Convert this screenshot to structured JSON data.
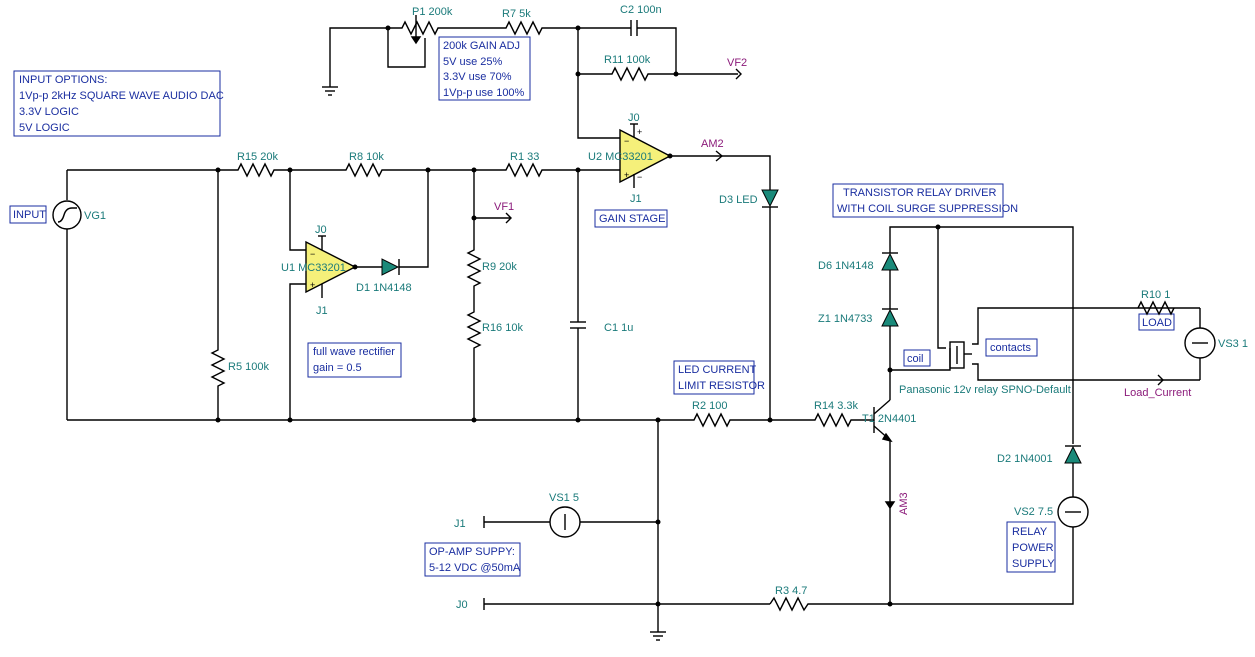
{
  "notes": {
    "input_options": [
      "INPUT OPTIONS:",
      "1Vp-p 2kHz SQUARE WAVE AUDIO DAC",
      "3.3V LOGIC",
      "5V LOGIC"
    ],
    "gain_adj": [
      "200k GAIN ADJ",
      "5V use 25%",
      "3.3V use 70%",
      "1Vp-p use 100%"
    ],
    "input": "INPUT",
    "gain_stage": "GAIN STAGE",
    "rectifier": [
      "full wave rectifier",
      "gain = 0.5"
    ],
    "led_limit": [
      "LED CURRENT",
      "LIMIT RESISTOR"
    ],
    "relay_driver": [
      "TRANSISTOR RELAY DRIVER",
      "WITH COIL SURGE SUPPRESSION"
    ],
    "opamp_supply": [
      "OP-AMP SUPPY:",
      "5-12 VDC @50mA"
    ],
    "relay_supply": [
      "RELAY",
      "POWER",
      "SUPPLY"
    ],
    "coil": "coil",
    "contacts": "contacts",
    "load": "LOAD"
  },
  "components": {
    "p1": "P1 200k",
    "r7": "R7 5k",
    "c2": "C2 100n",
    "r11": "R11 100k",
    "r15": "R15 20k",
    "r8": "R8 10k",
    "r1": "R1 33",
    "u2": "U2 MC33201",
    "u1": "U1 MC33201",
    "d1": "D1 1N4148",
    "d3": "D3 LED",
    "r9": "R9 20k",
    "r16": "R16 10k",
    "c1": "C1 1u",
    "r5": "R5 100k",
    "vg1": "VG1",
    "r2": "R2 100",
    "r14": "R14 3.3k",
    "t1": "T1 2N4401",
    "d6": "D6 1N4148",
    "z1": "Z1 1N4733",
    "relay": "Panasonic 12v relay SPNO-Default",
    "r10": "R10 1",
    "vs3": "VS3 1",
    "d2": "D2 1N4001",
    "vs2": "VS2 7.5",
    "vs1": "VS1 5",
    "r3": "R3 4.7"
  },
  "nets": {
    "vf1": "VF1",
    "vf2": "VF2",
    "am2": "AM2",
    "am3": "AM3",
    "load_current": "Load_Current",
    "j0": "J0",
    "j1": "J1"
  },
  "colors": {
    "label": "#1a7a7a",
    "net": "#8b1a7a",
    "note": "#1a2ea0",
    "opamp_fill": "#f5f07a",
    "diode_fill": "#1a8a7a"
  }
}
